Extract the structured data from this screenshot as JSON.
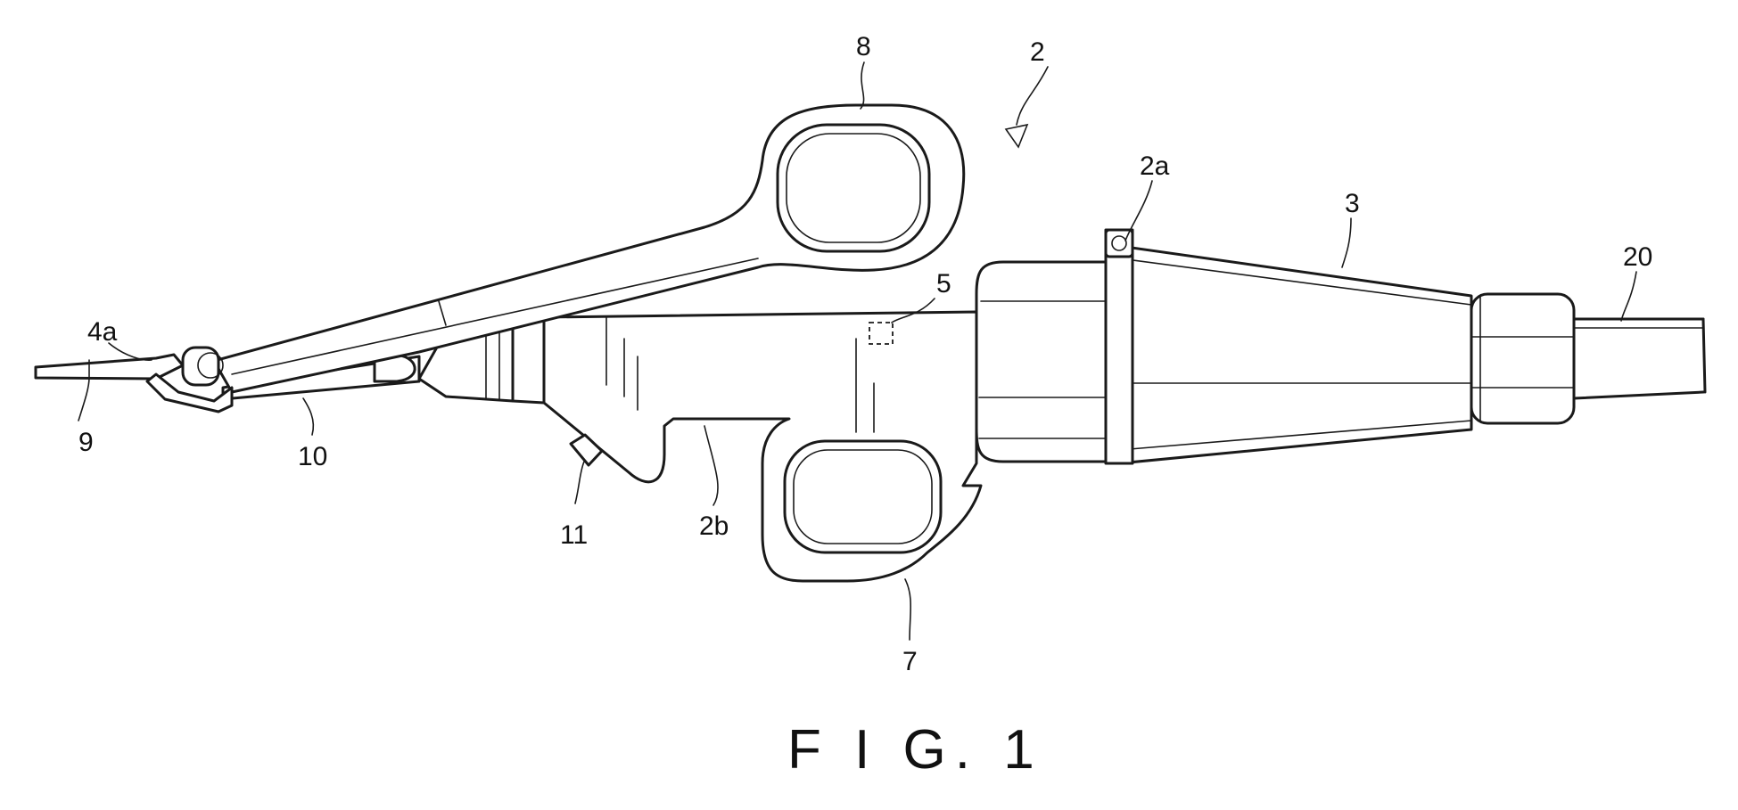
{
  "figure": {
    "caption": "F I G. 1",
    "labels": {
      "device": "2",
      "upper_ring": "8",
      "body_front": "2a",
      "cone": "3",
      "cable": "20",
      "sensor": "5",
      "jaw_tip": "4a",
      "lower_jaw": "9",
      "shaft": "10",
      "button": "11",
      "notch": "2b",
      "lower_ring": "7"
    }
  }
}
